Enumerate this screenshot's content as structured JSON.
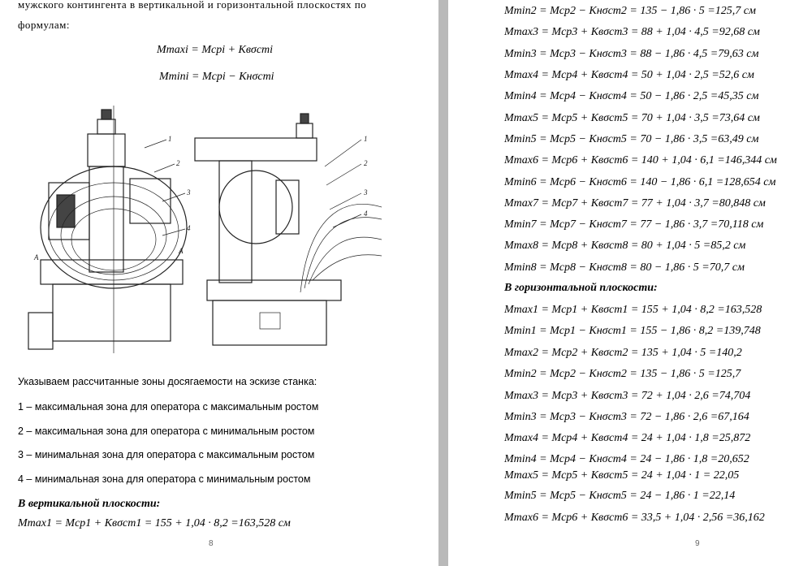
{
  "left_page": {
    "intro_line1": "мужского контингента в вертикальной и горизонтальной плоскостях по",
    "intro_line2": "формулам:",
    "formula_max": "Mmaxi = Mсрi + Квσстi",
    "formula_min": "Mmini = Mсрi − Кнσстi",
    "figure_labels": [
      "1",
      "2",
      "3",
      "4",
      "1",
      "2",
      "3",
      "4",
      "А",
      "А"
    ],
    "zones_intro": "Указываем рассчитанные зоны досягаемости на эскизе станка:",
    "zones": [
      "1 – максимальная зона для оператора с максимальным ростом",
      "2 – максимальная зона для оператора с минимальным ростом",
      "3 – минимальная зона для оператора с максимальным ростом",
      "4 – минимальная зона для оператора с минимальным ростом"
    ],
    "vertical_heading": "В вертикальной плоскости:",
    "vertical_first": "Mmax1 = Mср1 + Квσст1 = 155 + 1,04 · 8,2 =163,528 см",
    "page_number": "8"
  },
  "right_page": {
    "vertical_lines": [
      "Mmin2 = Mср2 − Кнσст2 = 135 − 1,86 · 5 =125,7 см",
      "Mmax3 = Mср3 + Квσст3 = 88 + 1,04 · 4,5 =92,68 см",
      "Mmin3 = Mср3 − Кнσст3 = 88 − 1,86 · 4,5 =79,63 см",
      "Mmax4 = Mср4 + Квσст4 = 50 + 1,04 · 2,5 =52,6 см",
      "Mmin4 = Mср4 − Кнσст4 = 50 − 1,86 · 2,5 =45,35 см",
      "Mmax5 = Mср5 + Квσст5 = 70 + 1,04 · 3,5 =73,64 см",
      "Mmin5 = Mср5 − Кнσст5 = 70 − 1,86 · 3,5 =63,49 см",
      "Mmax6 = Mср6 + Квσст6 = 140 + 1,04 · 6,1 =146,344 см",
      "Mmin6 = Mср6 − Кнσст6 = 140 − 1,86 · 6,1 =128,654 см",
      "Mmax7 = Mср7 + Квσст7 = 77 + 1,04 · 3,7 =80,848 см",
      "Mmin7 = Mср7 − Кнσст7 = 77 − 1,86 · 3,7 =70,118 см",
      "Mmax8 = Mср8 + Квσст8 = 80 + 1,04 · 5 =85,2 см",
      "Mmin8 = Mср8 − Кнσст8 = 80 − 1,86 · 5 =70,7 см"
    ],
    "horizontal_heading": "В горизонтальной плоскости:",
    "horizontal_lines": [
      "Mmax1 = Mср1 + Квσст1 = 155 + 1,04 · 8,2 =163,528",
      "Mmin1 = Mср1 − Кнσст1 = 155 − 1,86 · 8,2 =139,748",
      "Mmax2 = Mср2 + Квσст2 = 135 + 1,04 · 5 =140,2",
      "Mmin2 = Mср2 − Кнσст2 = 135 − 1,86 · 5 =125,7",
      "Mmax3 = Mср3 + Квσст3 = 72 + 1,04 · 2,6 =74,704",
      "Mmin3 = Mср3 − Кнσст3 = 72 − 1,86 · 2,6 =67,164",
      "Mmax4 = Mср4 + Квσст4 = 24 + 1,04 · 1,8 =25,872",
      "Mmin4 = Mср4 − Кнσст4 = 24 − 1,86 · 1,8 =20,652",
      "Mmax5 = Mср5 + Квσст5 = 24 + 1,04 · 1 = 22,05",
      "Mmin5 = Mср5 − Кнσст5 = 24 − 1,86 · 1 =22,14",
      "Mmax6 = Mср6 + Квσст6 = 33,5 + 1,04 · 2,56 =36,162"
    ],
    "page_number": "9"
  }
}
